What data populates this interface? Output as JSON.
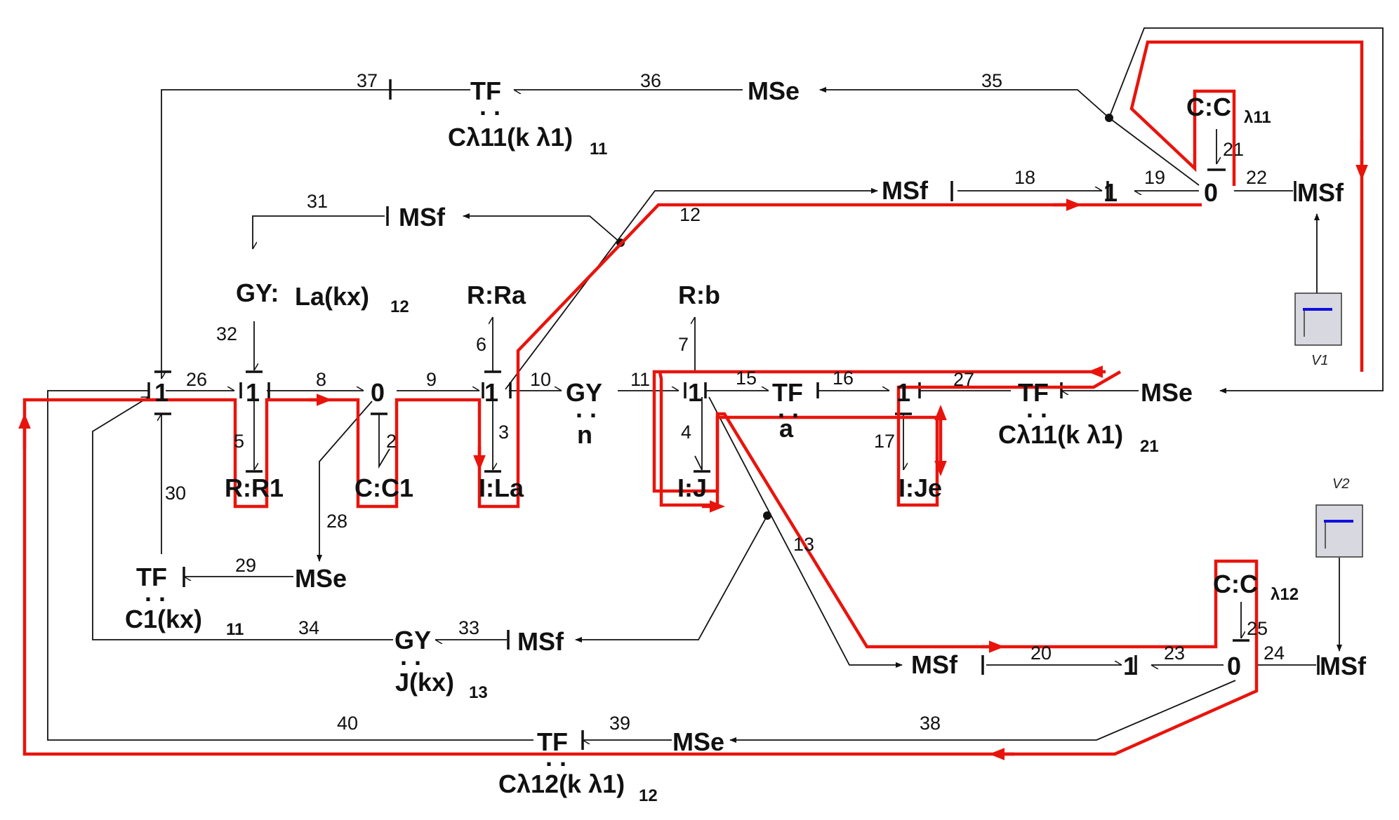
{
  "nodes": {
    "tf_37": "TF",
    "tf_37_param": "Cλ11(k λ1)",
    "tf_37_param_sub": "11",
    "mse_36": "MSe",
    "c_lambda11": "C:C",
    "c_lambda11_sub": "λ11",
    "msf_31": "MSf",
    "msf_18": "MSf",
    "one_19": "1",
    "zero_21": "0",
    "msf_22": "MSf",
    "gy_la": "GY:",
    "gy_la_param": "La(kx)",
    "gy_la_param_sub": "12",
    "r_ra": "R:Ra",
    "r_b": "R:b",
    "one_26": "1",
    "one_8": "1",
    "zero_9": "0",
    "one_10": "1",
    "gy_n": "GY",
    "gy_n_param": "n",
    "one_15": "1",
    "tf_a": "TF",
    "tf_a_param": "a",
    "one_27": "1",
    "tf_27": "TF",
    "tf_27_param": "Cλ11(k λ1)",
    "tf_27_param_sub": "21",
    "mse_right": "MSe",
    "r_r1": "R:R1",
    "c_c1": "C:C1",
    "i_la": "I:La",
    "i_j": "I:J",
    "i_je": "I:Je",
    "tf_29": "TF",
    "tf_29_param": "C1(kx)",
    "tf_29_param_sub": "11",
    "mse_29": "MSe",
    "gy_33": "GY",
    "gy_33_param": "J(kx)",
    "gy_33_param_sub": "13",
    "msf_33": "MSf",
    "msf_20": "MSf",
    "one_23": "1",
    "zero_25": "0",
    "msf_24": "MSf",
    "c_lambda12": "C:C",
    "c_lambda12_sub": "λ12",
    "tf_39": "TF",
    "tf_39_param": "Cλ12(k λ1)",
    "tf_39_param_sub": "12",
    "mse_39": "MSe"
  },
  "bond_numbers": {
    "b2": "2",
    "b3": "3",
    "b4": "4",
    "b5": "5",
    "b6": "6",
    "b7": "7",
    "b8": "8",
    "b9": "9",
    "b10": "10",
    "b11": "11",
    "b12": "12",
    "b13": "13",
    "b15": "15",
    "b16": "16",
    "b17": "17",
    "b18": "18",
    "b19": "19",
    "b20": "20",
    "b21": "21",
    "b22": "22",
    "b23": "23",
    "b24": "24",
    "b25": "25",
    "b26": "26",
    "b27": "27",
    "b28": "28",
    "b29": "29",
    "b30": "30",
    "b31": "31",
    "b32": "32",
    "b33": "33",
    "b34": "34",
    "b35": "35",
    "b36": "36",
    "b37": "37",
    "b38": "38",
    "b39": "39",
    "b40": "40"
  },
  "signal_sources": {
    "v1": "V1",
    "v2": "V2"
  },
  "colors": {
    "path_highlight": "#e8140c",
    "line": "#111111",
    "signal_icon": "#1010dd"
  }
}
